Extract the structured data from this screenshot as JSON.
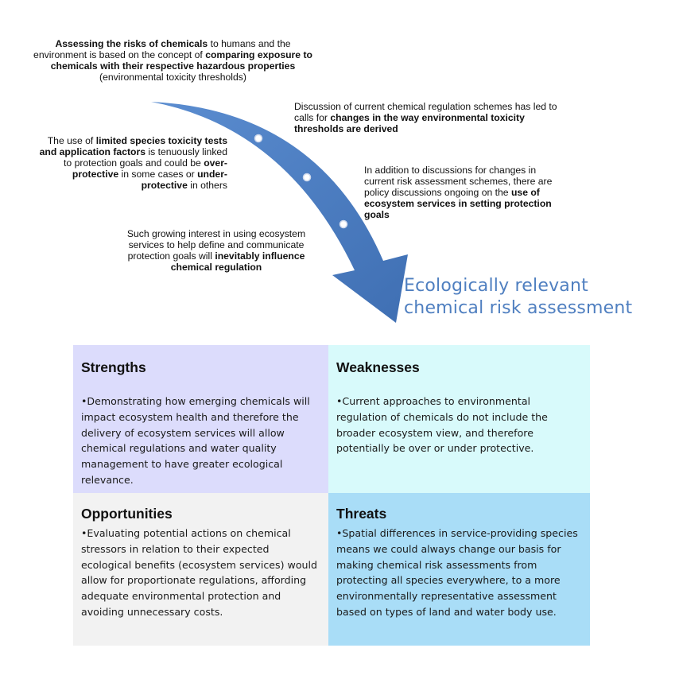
{
  "notes": {
    "assessing": [
      {
        "t": "Assessing the risks of chemicals",
        "b": true
      },
      {
        "t": " to humans and the environment is based on the concept of ",
        "b": false
      },
      {
        "t": "comparing exposure to chemicals with their respective hazardous properties",
        "b": true
      },
      {
        "t": " (environmental toxicity thresholds)",
        "b": false
      }
    ],
    "discussion": [
      {
        "t": "Discussion of current chemical regulation schemes has led to calls for ",
        "b": false
      },
      {
        "t": "changes in the way environmental toxicity thresholds are derived",
        "b": true
      }
    ],
    "limited": [
      {
        "t": "The use of ",
        "b": false
      },
      {
        "t": "limited species toxicity tests and application factors",
        "b": true
      },
      {
        "t": " is tenuously linked to protection goals and could be ",
        "b": false
      },
      {
        "t": "over-protective",
        "b": true
      },
      {
        "t": " in some cases or ",
        "b": false
      },
      {
        "t": "under-protective",
        "b": true
      },
      {
        "t": " in others",
        "b": false
      }
    ],
    "addition": [
      {
        "t": "In addition to discussions for changes in current risk assessment schemes, there are policy discussions ongoing on the ",
        "b": false
      },
      {
        "t": "use of ecosystem services in setting protection goals",
        "b": true
      }
    ],
    "growing": [
      {
        "t": "Such growing interest in using ecosystem services to help define and communicate protection goals will ",
        "b": false
      },
      {
        "t": "inevitably influence chemical regulation",
        "b": true
      }
    ]
  },
  "headline": {
    "line1": "Ecologically relevant",
    "line2": "chemical risk assessment"
  },
  "swot": {
    "strengths": {
      "title": "Strengths",
      "text": "•Demonstrating how emerging chemicals will impact ecosystem health and therefore the delivery of ecosystem services will allow chemical regulations and water quality management to have greater ecological relevance."
    },
    "weaknesses": {
      "title": "Weaknesses",
      "text": "•Current approaches to environmental regulation of chemicals do not include the broader ecosystem view, and therefore potentially be over or under protective."
    },
    "opportunities": {
      "title": "Opportunities",
      "text": "•Evaluating potential actions on chemical stressors in relation to their expected ecological benefits (ecosystem services) would allow for proportionate regulations, affording adequate environmental protection and avoiding unnecessary costs."
    },
    "threats": {
      "title": "Threats",
      "text": "•Spatial differences in service-providing species means we could always change our basis for making chemical risk assessments from protecting all species everywhere, to a more environmentally representative assessment based on types of land and water body use."
    }
  },
  "colors": {
    "arrow": "#4a7cc0",
    "headline": "#4f7fc0",
    "strengths_bg": "#dcdcfc",
    "weaknesses_bg": "#d8fafb",
    "opportunities_bg": "#f2f2f2",
    "threats_bg": "#a9ddf7"
  }
}
